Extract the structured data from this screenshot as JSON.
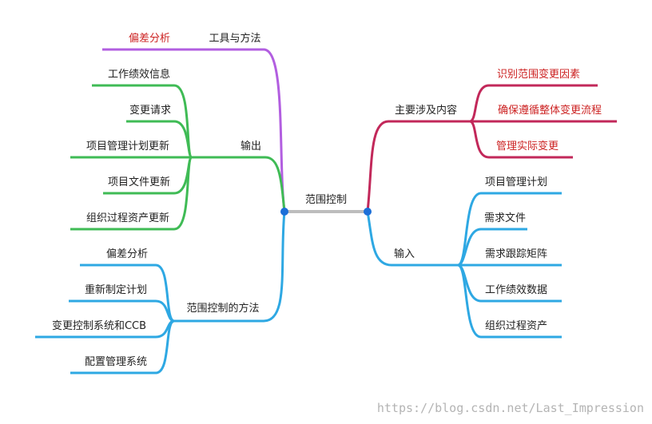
{
  "colors": {
    "purple": "#b25ee0",
    "green": "#3fbb55",
    "blue": "#2ea8e3",
    "crimson": "#c2285a",
    "gray": "#bdbdbd",
    "node": "#1c6fd8",
    "red_text": "#cc2222",
    "text": "#222222",
    "watermark": "#b4b4b4"
  },
  "center": {
    "label": "范围控制"
  },
  "left": {
    "tools": {
      "label": "工具与方法",
      "children": [
        "偏差分析"
      ]
    },
    "outputs": {
      "label": "输出",
      "children": [
        "工作绩效信息",
        "变更请求",
        "项目管理计划更新",
        "项目文件更新",
        "组织过程资产更新"
      ]
    },
    "methods": {
      "label": "范围控制的方法",
      "children": [
        "偏差分析",
        "重新制定计划",
        "变更控制系统和CCB",
        "配置管理系统"
      ]
    }
  },
  "right": {
    "content": {
      "label": "主要涉及内容",
      "children": [
        "识别范围变更因素",
        "确保遵循整体变更流程",
        "管理实际变更"
      ]
    },
    "inputs": {
      "label": "输入",
      "children": [
        "项目管理计划",
        "需求文件",
        "需求跟踪矩阵",
        "工作绩效数据",
        "组织过程资产"
      ]
    }
  },
  "watermark": "https://blog.csdn.net/Last_Impression"
}
